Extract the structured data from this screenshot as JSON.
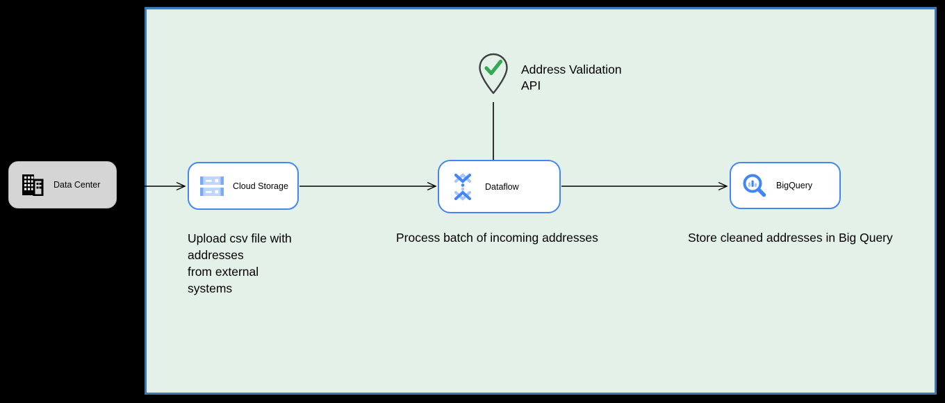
{
  "external": {
    "data_center": {
      "label": "Data Center",
      "icon": "building-icon"
    }
  },
  "container": {
    "fill": "#E4F1E9",
    "border_color": "#3B79B6"
  },
  "nodes": [
    {
      "label": "Cloud Storage",
      "icon": "cloud-storage-icon"
    },
    {
      "label": "Dataflow",
      "icon": "dataflow-icon"
    },
    {
      "label": "BigQuery",
      "icon": "bigquery-icon"
    }
  ],
  "api": {
    "label": "Address Validation\nAPI",
    "icon": "map-pin-check-icon"
  },
  "captions": {
    "cloud_storage": "Upload csv file with\naddresses\nfrom external\nsystems",
    "dataflow": "Process batch of incoming addresses",
    "bigquery": "Store cleaned addresses in Big Query"
  },
  "colors": {
    "node_border": "#4285F4",
    "google_blue": "#4285F4",
    "light_blue": "#A8C7FA",
    "check_green": "#34A853",
    "external_fill": "#D5D5D5",
    "arrow": "#000000"
  }
}
